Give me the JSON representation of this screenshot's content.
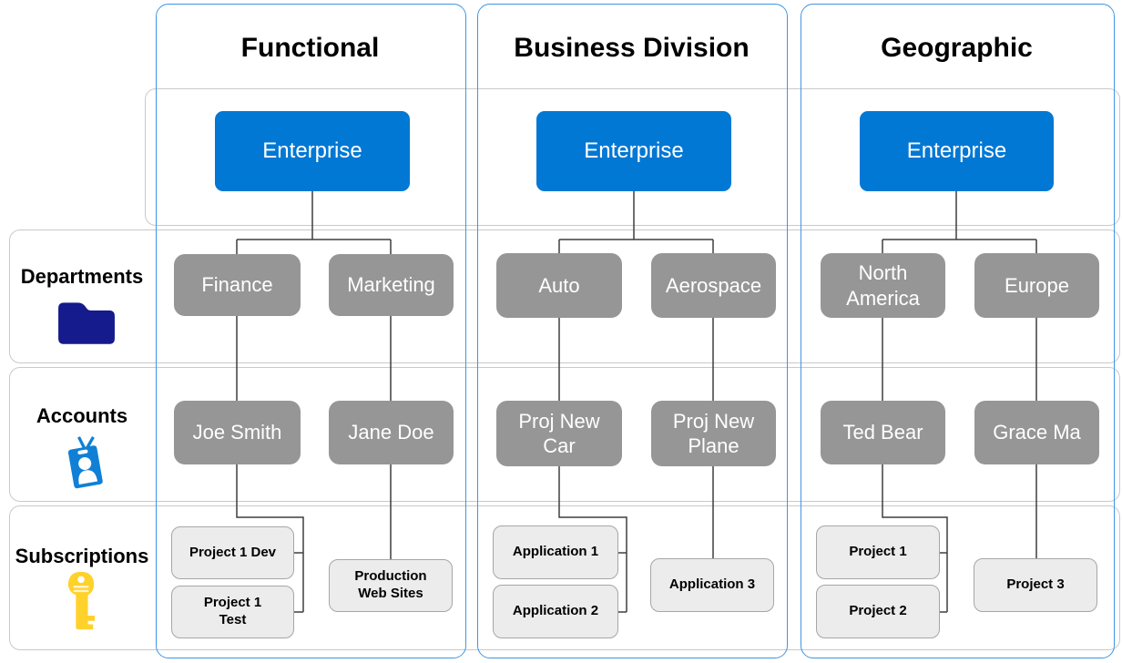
{
  "diagram": {
    "title_rows": [
      {
        "label": "Departments",
        "icon": "folder-icon"
      },
      {
        "label": "Accounts",
        "icon": "id-badge-icon"
      },
      {
        "label": "Subscriptions",
        "icon": "key-icon"
      }
    ],
    "columns": [
      {
        "header": "Functional",
        "root": "Enterprise",
        "departments": [
          {
            "label": "Finance"
          },
          {
            "label": "Marketing"
          }
        ],
        "accounts": [
          {
            "label": "Joe Smith"
          },
          {
            "label": "Jane Doe"
          }
        ],
        "subscriptions": [
          {
            "label": "Project 1 Dev"
          },
          {
            "label": "Project 1\nTest"
          },
          {
            "label": "Production\nWeb Sites"
          }
        ]
      },
      {
        "header": "Business Division",
        "root": "Enterprise",
        "departments": [
          {
            "label": "Auto"
          },
          {
            "label": "Aerospace"
          }
        ],
        "accounts": [
          {
            "label": "Proj New\nCar"
          },
          {
            "label": "Proj New\nPlane"
          }
        ],
        "subscriptions": [
          {
            "label": "Application 1"
          },
          {
            "label": "Application 2"
          },
          {
            "label": "Application 3"
          }
        ]
      },
      {
        "header": "Geographic",
        "root": "Enterprise",
        "departments": [
          {
            "label": "North\nAmerica"
          },
          {
            "label": "Europe"
          }
        ],
        "accounts": [
          {
            "label": "Ted Bear"
          },
          {
            "label": "Grace Ma"
          }
        ],
        "subscriptions": [
          {
            "label": "Project 1"
          },
          {
            "label": "Project 2"
          },
          {
            "label": "Project 3"
          }
        ]
      }
    ],
    "colors": {
      "enterprise_blue": "#0078d4",
      "node_gray": "#969696",
      "subscription_fill": "#ececec",
      "subscription_border": "#a6a6a6",
      "column_border_blue": "#3e96e4",
      "row_border_gray": "#c9c9c9",
      "connector": "#3f3f3f",
      "folder_icon_navy": "#151a8c",
      "badge_icon_blue": "#1080d6",
      "key_icon_gold": "#ffd12b"
    }
  }
}
